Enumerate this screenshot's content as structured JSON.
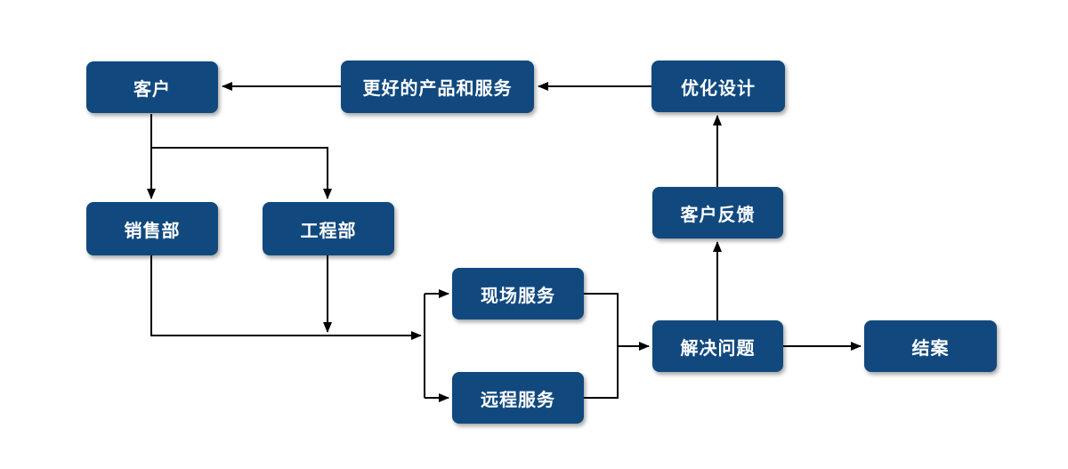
{
  "diagram": {
    "type": "flowchart",
    "background_color": "#ffffff",
    "node_fill_color": "#11497e",
    "node_text_color": "#ffffff",
    "arrow_color": "#000000",
    "nodes": [
      {
        "id": "customer",
        "label": "客户"
      },
      {
        "id": "better-products-services",
        "label": "更好的产品和服务"
      },
      {
        "id": "optimized-design",
        "label": "优化设计"
      },
      {
        "id": "sales-dept",
        "label": "销售部"
      },
      {
        "id": "engineering-dept",
        "label": "工程部"
      },
      {
        "id": "onsite-service",
        "label": "现场服务"
      },
      {
        "id": "remote-service",
        "label": "远程服务"
      },
      {
        "id": "customer-feedback",
        "label": "客户反馈"
      },
      {
        "id": "solve-problem",
        "label": "解决问题"
      },
      {
        "id": "close-case",
        "label": "结案"
      }
    ],
    "edges": [
      {
        "from": "optimized-design",
        "to": "better-products-services"
      },
      {
        "from": "better-products-services",
        "to": "customer"
      },
      {
        "from": "customer",
        "to": "sales-dept"
      },
      {
        "from": "customer",
        "to": "engineering-dept"
      },
      {
        "from": "sales-dept",
        "to": "onsite-service"
      },
      {
        "from": "sales-dept",
        "to": "remote-service"
      },
      {
        "from": "engineering-dept",
        "to": "onsite-service"
      },
      {
        "from": "engineering-dept",
        "to": "remote-service"
      },
      {
        "from": "onsite-service",
        "to": "solve-problem"
      },
      {
        "from": "remote-service",
        "to": "solve-problem"
      },
      {
        "from": "solve-problem",
        "to": "close-case"
      },
      {
        "from": "solve-problem",
        "to": "customer-feedback"
      },
      {
        "from": "customer-feedback",
        "to": "optimized-design"
      }
    ]
  }
}
